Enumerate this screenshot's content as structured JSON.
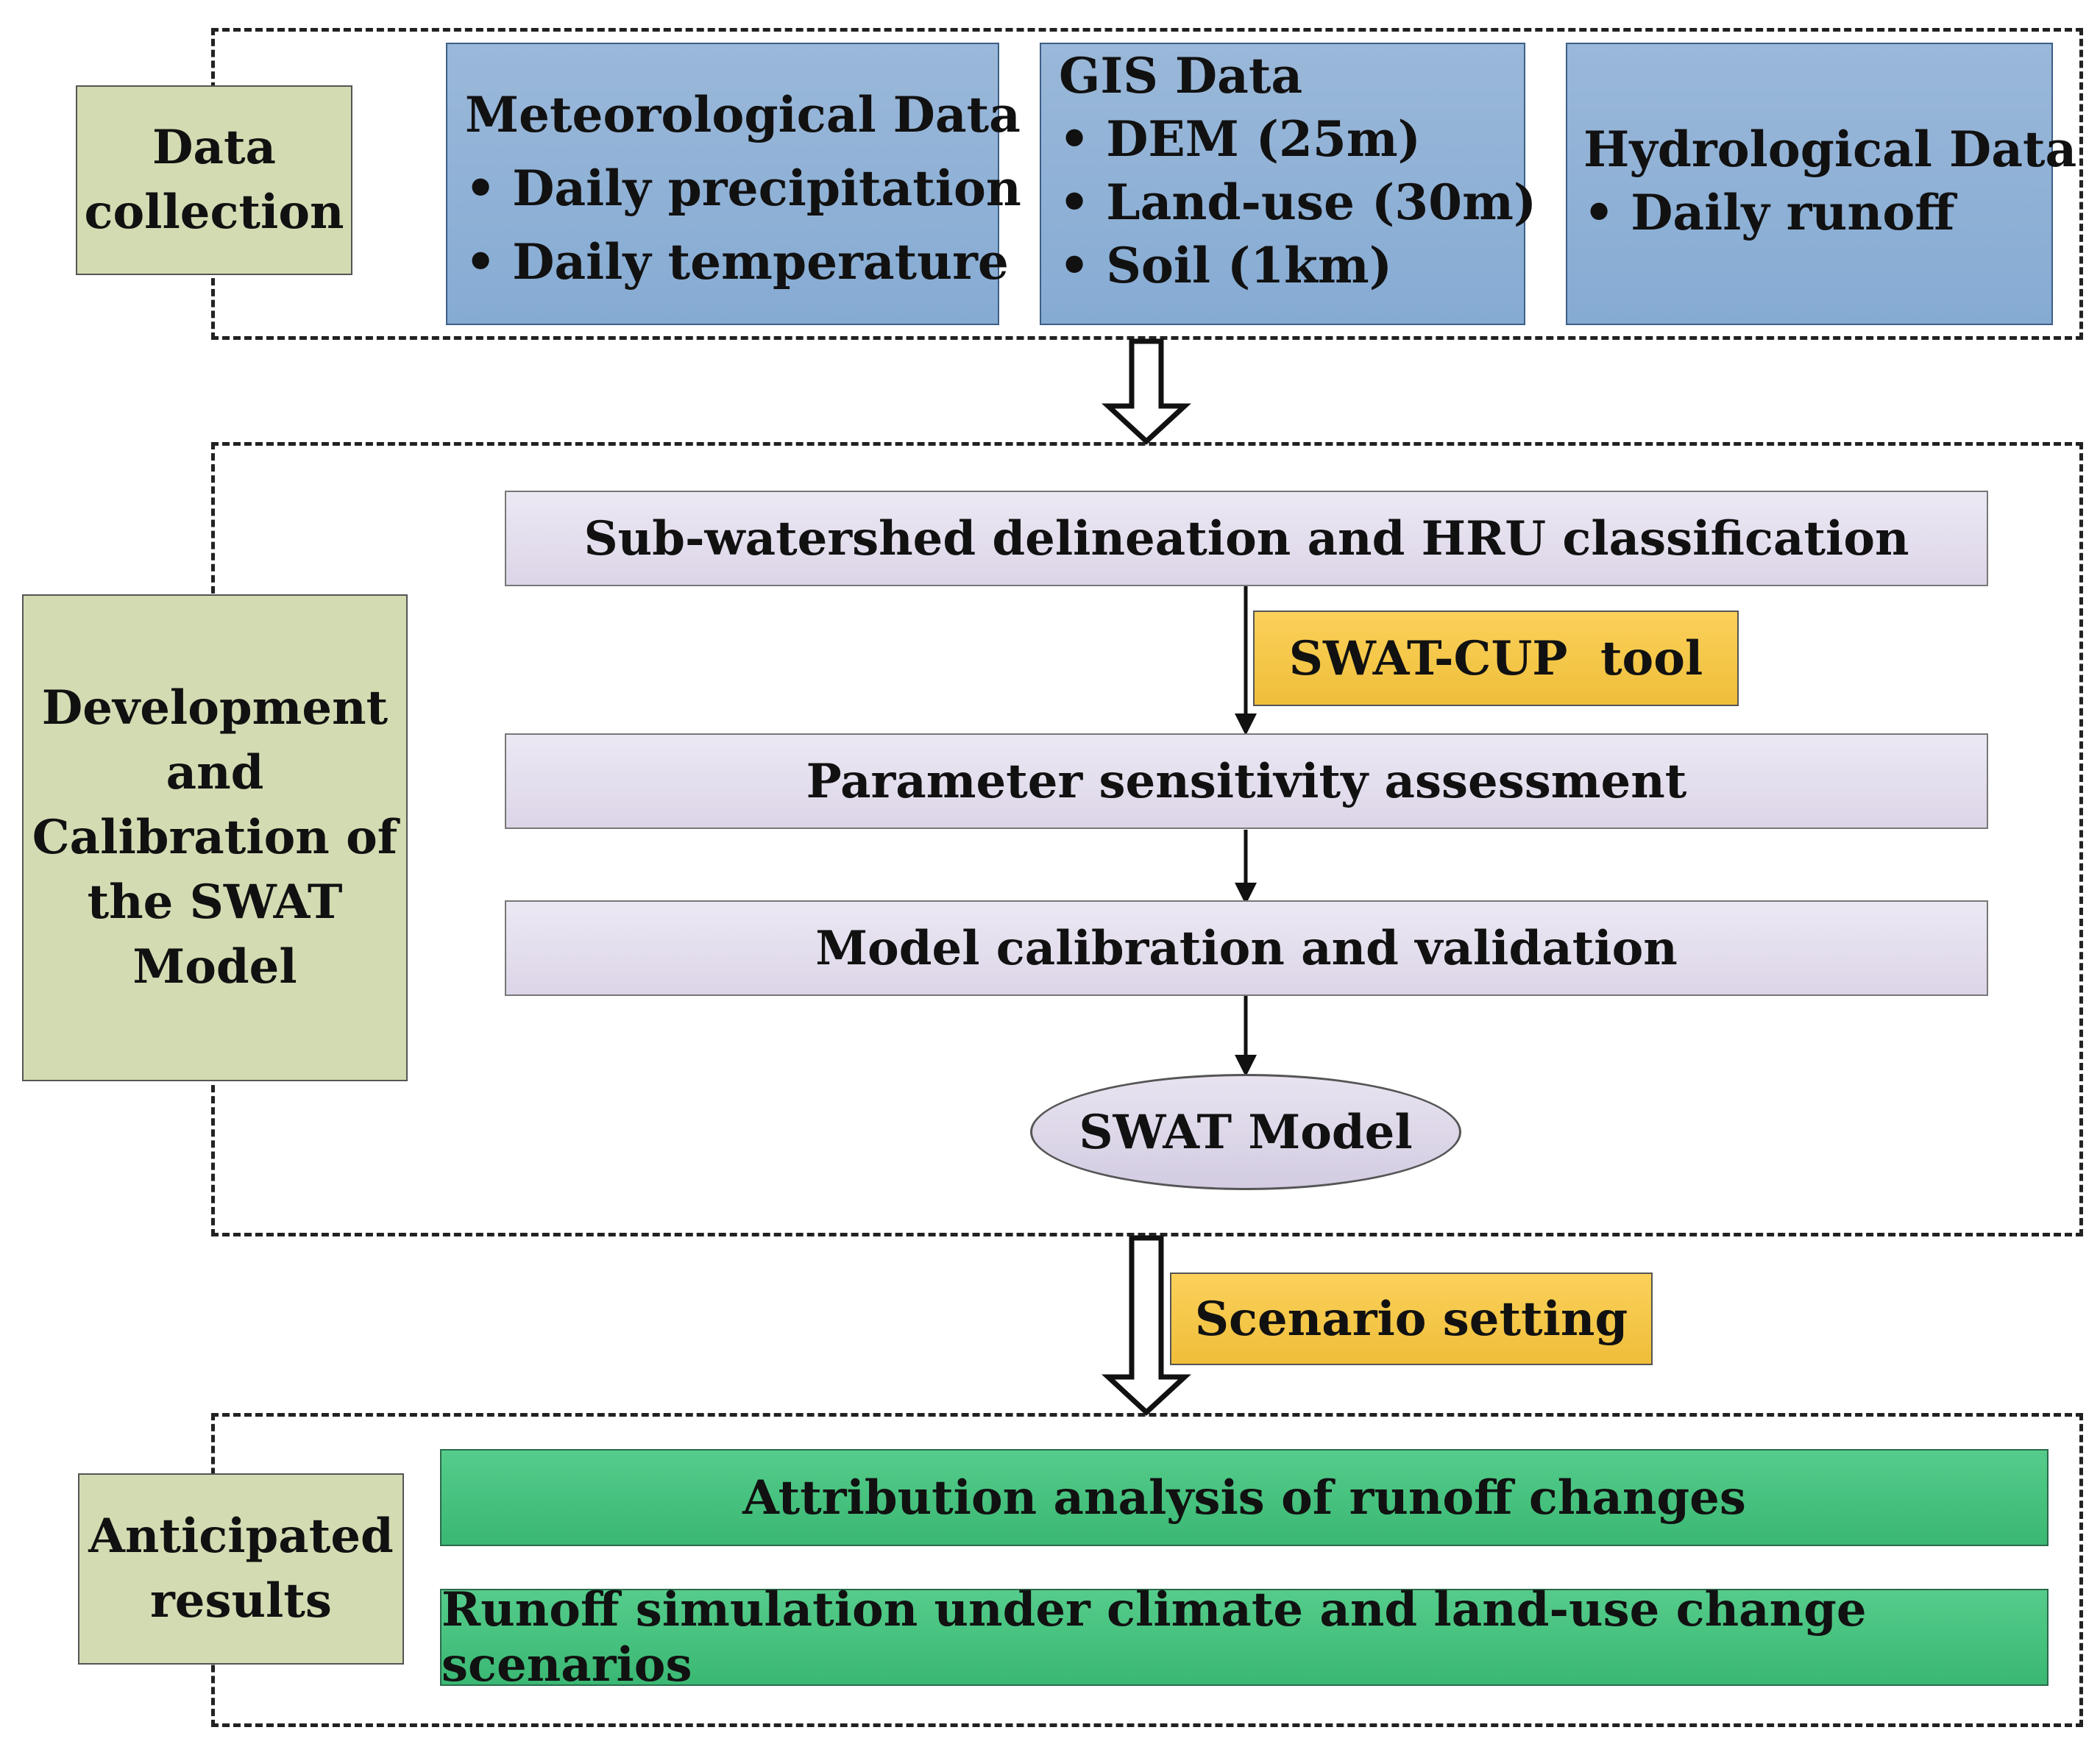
{
  "colors": {
    "side_box": "#d3dbb2",
    "data_box": "#8eb1d6",
    "process_box": "#e4dfee",
    "tool_box": "#f4c545",
    "result_box": "#46c17e"
  },
  "stages": {
    "data_collection": {
      "label_lines": [
        "Data",
        "collection"
      ]
    },
    "development": {
      "label_lines": [
        "Development",
        "and",
        "Calibration of",
        "the SWAT",
        "Model"
      ]
    },
    "results": {
      "label_lines": [
        "Anticipated",
        "results"
      ]
    }
  },
  "data_sources": {
    "meteorological": {
      "title": "Meteorological Data",
      "items": [
        "Daily precipitation",
        "Daily temperature"
      ]
    },
    "gis": {
      "title": "GIS Data",
      "items": [
        "DEM (25m)",
        "Land-use (30m)",
        "Soil (1km)"
      ]
    },
    "hydrological": {
      "title": "Hydrological Data",
      "items": [
        "Daily runoff"
      ]
    }
  },
  "process": {
    "step1": "Sub-watershed delineation and HRU classification",
    "tool": "SWAT-CUP  tool",
    "step2": "Parameter sensitivity assessment",
    "step3": "Model calibration and validation",
    "model": "SWAT Model"
  },
  "scenario": "Scenario setting",
  "results": {
    "item1": "Attribution analysis of runoff changes",
    "item2": "Runoff simulation under climate and land-use change scenarios"
  }
}
